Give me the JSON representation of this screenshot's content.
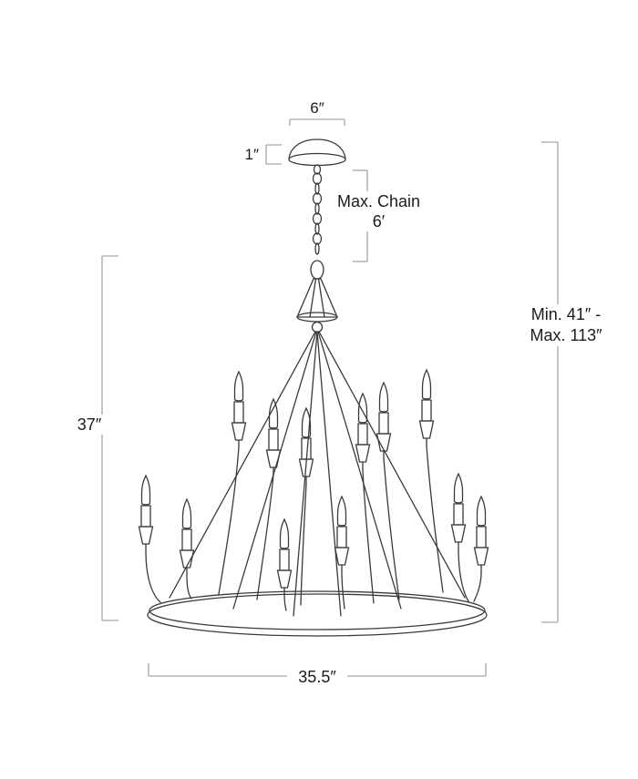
{
  "labels": {
    "canopy_width": "6″",
    "canopy_height": "1″",
    "chain_max_line1": "Max. Chain",
    "chain_max_line2": "6′",
    "fixture_height": "37″",
    "hanging_height_line1": "Min. 41″ -",
    "hanging_height_line2": "Max. 113″",
    "fixture_width": "35.5″"
  },
  "colors": {
    "artwork_line": "#3a3a3a",
    "dimension_line": "#a6a6a6",
    "text": "#1c1c1c",
    "background": "#ffffff"
  }
}
